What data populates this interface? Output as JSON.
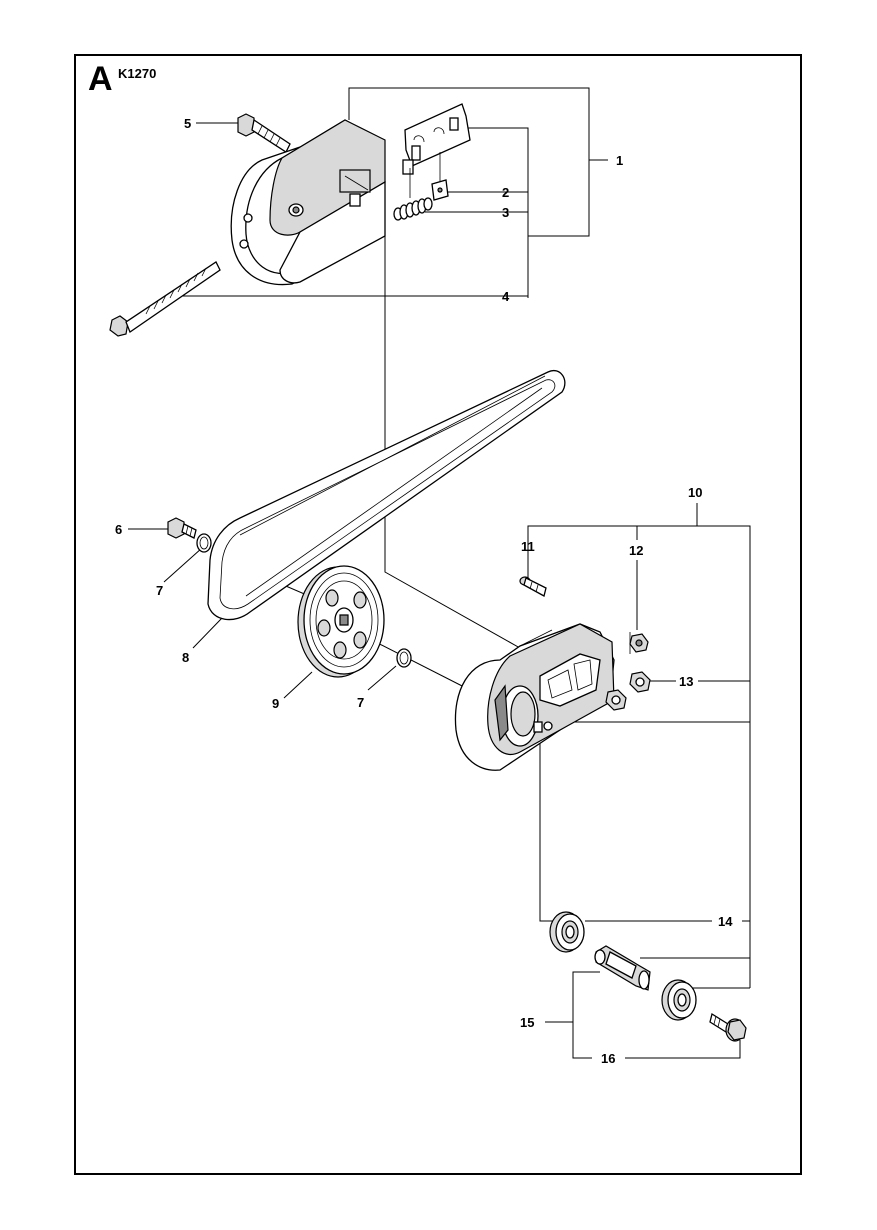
{
  "header": {
    "section_letter": "A",
    "model_code": "K1270"
  },
  "callouts": [
    {
      "id": "c1",
      "label": "1"
    },
    {
      "id": "c2",
      "label": "2"
    },
    {
      "id": "c3",
      "label": "3"
    },
    {
      "id": "c4",
      "label": "4"
    },
    {
      "id": "c5",
      "label": "5"
    },
    {
      "id": "c6",
      "label": "6"
    },
    {
      "id": "c7a",
      "label": "7"
    },
    {
      "id": "c7b",
      "label": "7"
    },
    {
      "id": "c8",
      "label": "8"
    },
    {
      "id": "c9",
      "label": "9"
    },
    {
      "id": "c10",
      "label": "10"
    },
    {
      "id": "c11",
      "label": "11"
    },
    {
      "id": "c12",
      "label": "12"
    },
    {
      "id": "c13",
      "label": "13"
    },
    {
      "id": "c14",
      "label": "14"
    },
    {
      "id": "c15",
      "label": "15"
    },
    {
      "id": "c16",
      "label": "16"
    }
  ]
}
